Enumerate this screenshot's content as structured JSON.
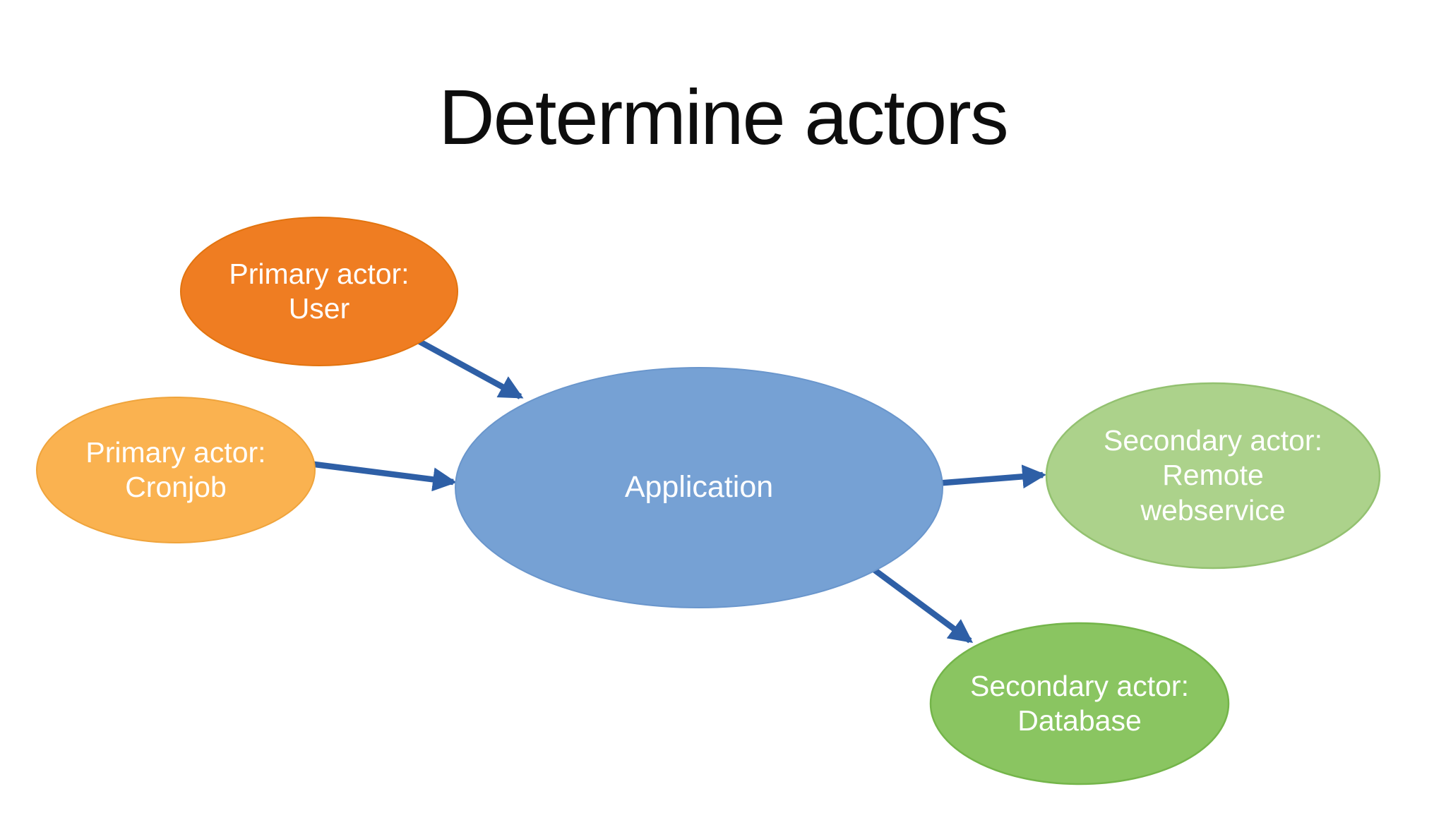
{
  "title": "Determine actors",
  "background": "#ffffff",
  "arrow_color": "#2E5FA6",
  "nodes": {
    "user": {
      "label": "Primary actor:\nUser",
      "fill": "#EF7D22",
      "stroke": "#E2740F"
    },
    "cronjob": {
      "label": "Primary actor:\nCronjob",
      "fill": "#FAB250",
      "stroke": "#EFA43C"
    },
    "application": {
      "label": "Application",
      "fill": "#76A1D4",
      "stroke": "#6A96CC"
    },
    "webservice": {
      "label": "Secondary actor:\nRemote\nwebservice",
      "fill": "#ACD28B",
      "stroke": "#93C170"
    },
    "database": {
      "label": "Secondary actor:\nDatabase",
      "fill": "#8AC561",
      "stroke": "#74B54A"
    }
  },
  "edges": [
    {
      "from": "user",
      "to": "application"
    },
    {
      "from": "cronjob",
      "to": "application"
    },
    {
      "from": "application",
      "to": "webservice"
    },
    {
      "from": "application",
      "to": "database"
    }
  ]
}
